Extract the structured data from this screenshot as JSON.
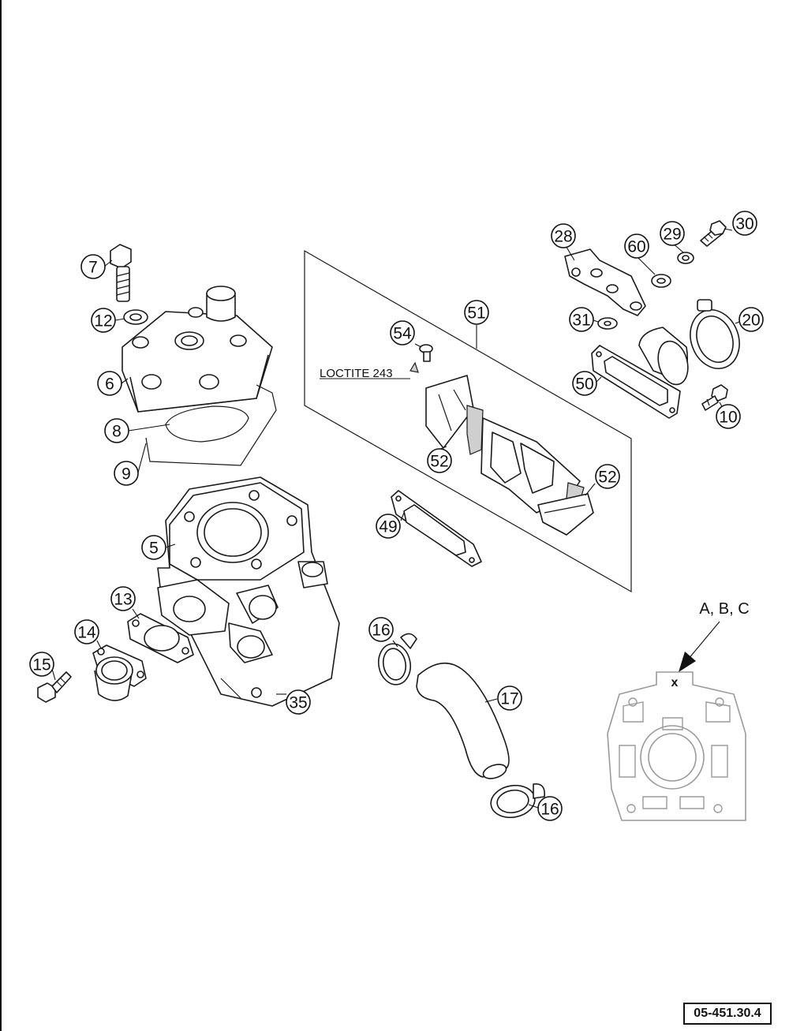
{
  "diagram": {
    "callouts": {
      "c7": "7",
      "c12": "12",
      "c6": "6",
      "c8": "8",
      "c9": "9",
      "c5": "5",
      "c13": "13",
      "c14": "14",
      "c15": "15",
      "c35": "35",
      "c54": "54",
      "c51": "51",
      "c52a": "52",
      "c52b": "52",
      "c49": "49",
      "c28": "28",
      "c60": "60",
      "c29": "29",
      "c30": "30",
      "c31": "31",
      "c20": "20",
      "c50": "50",
      "c10": "10",
      "c16a": "16",
      "c17": "17",
      "c16b": "16"
    },
    "loctite_label": "LOCTITE 243",
    "detail_label": "A, B, C",
    "detail_mark": "x",
    "drawing_code": "05-451.30.4"
  }
}
